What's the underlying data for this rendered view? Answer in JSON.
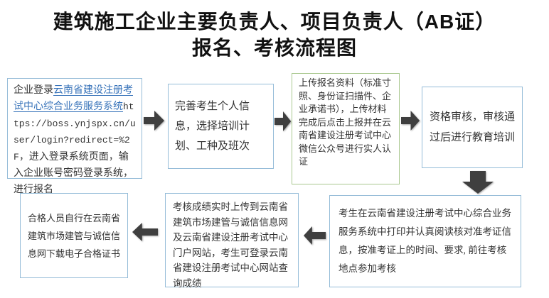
{
  "title": {
    "line1": "建筑施工企业主要负责人、项目负责人（AB证）",
    "line2": "报名、考核流程图"
  },
  "boxes": {
    "login": {
      "prefix": "企业登录",
      "link": "云南省建设注册考试中心综合业务服务系统",
      "url": "https://boss.ynjspx.cn/user/login?redirect=%2F",
      "suffix": "，进入登录系统页面，输入企业账号密码登录系统，进行报名"
    },
    "profile": {
      "text": "完善考生个人信息，选择培训计划、工种及班次"
    },
    "upload": {
      "text": "上传报名资料（标准寸照、身份证扫描件、企业承诺书），上传材料完成后点击上报并在云南省建设注册考试中心微信公众号进行实人认证"
    },
    "review": {
      "text": "资格审核，审核通过后进行教育培训"
    },
    "exam": {
      "text": "考生在云南省建设注册考试中心综合业务服务系统中打印并认真阅读核对准考证信息，按准考证上的时间、要求, 前往考核地点参加考核"
    },
    "results": {
      "text": "考核成绩实时上传到云南省建筑市场建管与诚信信息网及云南省建设注册考试中心门户网站，考生可登录云南省建设注册考试中心网站查询成绩"
    },
    "certificate": {
      "text": "合格人员自行在云南省建筑市场建管与诚信信息网下载电子合格证书"
    }
  },
  "colors": {
    "border_blue": "#95bcd8",
    "border_green": "#a9c88f",
    "arrow": "#3f3f3f",
    "link_blue": "#3672b9",
    "text": "#333333",
    "title": "#111111"
  }
}
